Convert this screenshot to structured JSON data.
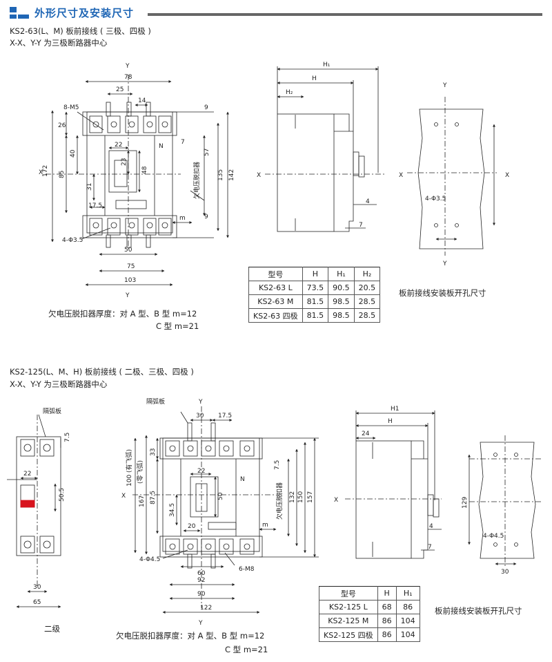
{
  "header": {
    "title": "外形尺寸及安装尺寸",
    "accent_color": "#1f66b5"
  },
  "section1": {
    "title": "KS2-63(L、M) 板前接线 ( 三极、四极 )",
    "note": "X-X、Y-Y 为三极断路器中心",
    "undervoltage_line1": "欠电压脱扣器厚度：对 A 型、B 型 m=12",
    "undervoltage_line2": "C 型 m=21",
    "panel_caption": "板前接线安装板开孔尺寸",
    "front_dims": {
      "w78": "78",
      "w25": "25",
      "w14": "14",
      "m5": "8-M5",
      "h26": "26",
      "h172": "172",
      "h85": "85",
      "h40": "40",
      "w22": "22",
      "h23": "23",
      "h48": "48",
      "h31": "31",
      "w17_5": "17.5",
      "n": "N",
      "h57": "57",
      "h135": "135",
      "h142": "142",
      "h9a": "9",
      "h9b": "9",
      "h7": "7",
      "m": "m",
      "uv": "欠电压脱扣器",
      "hole": "4-Φ3.5",
      "w50": "50",
      "w75": "75",
      "w103": "103",
      "x": "X",
      "y": "Y"
    },
    "side_dims": {
      "h1": "H₁",
      "h": "H",
      "h2": "H₂",
      "x": "X",
      "d4": "4",
      "d7": "7"
    },
    "panel_dims": {
      "x": "X",
      "y": "Y",
      "hole": "4-Φ3.5"
    },
    "table": {
      "headers": [
        "型号",
        "H",
        "H₁",
        "H₂"
      ],
      "rows": [
        [
          "KS2-63  L",
          "73.5",
          "90.5",
          "20.5"
        ],
        [
          "KS2-63  M",
          "81.5",
          "98.5",
          "28.5"
        ],
        [
          "KS2-63 四极",
          "81.5",
          "98.5",
          "28.5"
        ]
      ]
    }
  },
  "section2": {
    "title": "KS2-125(L、M、H) 板前接线 ( 二极、三极、四极 )",
    "note": "X-X、Y-Y 为三极断路器中心",
    "two_pole_caption": "二级",
    "undervoltage_line1": "欠电压脱扣器厚度：对 A 型、B 型 m=12",
    "undervoltage_line2": "C 型 m=21",
    "panel_caption": "板前接线安装板开孔尺寸",
    "two_pole_dims": {
      "arc": "隔弧板",
      "d7_5": "7.5",
      "w22": "22",
      "h50_5": "50.5",
      "w30": "30",
      "w65": "65"
    },
    "front_dims": {
      "arc": "隔弧板",
      "y": "Y",
      "w30": "30",
      "w17_5": "17.5",
      "h33": "33",
      "h100": "100 (有飞弧)",
      "h100b": "(零飞弧)",
      "h167": "167",
      "h87_5": "87.5",
      "w22": "22",
      "h34_5": "34.5",
      "h50": "50",
      "w20": "20",
      "n": "N",
      "uv": "欠电压脱扣器",
      "h7_5": "7.5",
      "h132": "132",
      "h150": "150",
      "h157": "157",
      "m": "m",
      "hole": "4-Φ4.5",
      "m8": "6-M8",
      "w60": "60",
      "w92": "92",
      "w90": "90",
      "w122": "122",
      "x": "X"
    },
    "side_dims": {
      "h1": "H1",
      "h": "H",
      "d24": "24",
      "x": "X",
      "d4": "4",
      "d7": "7"
    },
    "panel_dims": {
      "h129": "129",
      "hole": "4-Φ4.5",
      "w30": "30"
    },
    "table": {
      "headers": [
        "型号",
        "H",
        "H₁"
      ],
      "rows": [
        [
          "KS2-125  L",
          "68",
          "86"
        ],
        [
          "KS2-125  M",
          "86",
          "104"
        ],
        [
          "KS2-125 四极",
          "86",
          "104"
        ]
      ]
    }
  }
}
